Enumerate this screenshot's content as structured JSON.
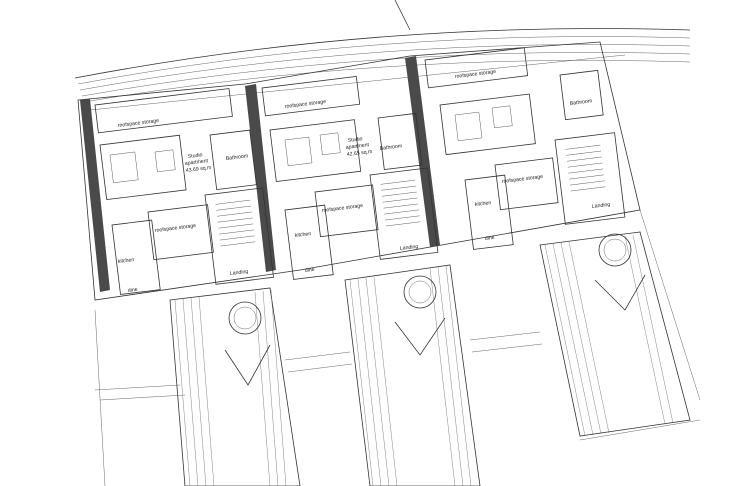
{
  "labels": {
    "roofspace_storage": "roofspace storage",
    "studio_1": [
      "Studio",
      "apartment",
      "43.69 sq.m"
    ],
    "studio_2": [
      "Studio",
      "apartment",
      "42.65 sq.m"
    ],
    "bathroom": "Bathroom",
    "kitchen": "kitchen",
    "dine": "dine",
    "landing": "Landing"
  },
  "colors": {
    "line": "#333333",
    "wall": "#4a4a4a",
    "background": "#ffffff"
  }
}
